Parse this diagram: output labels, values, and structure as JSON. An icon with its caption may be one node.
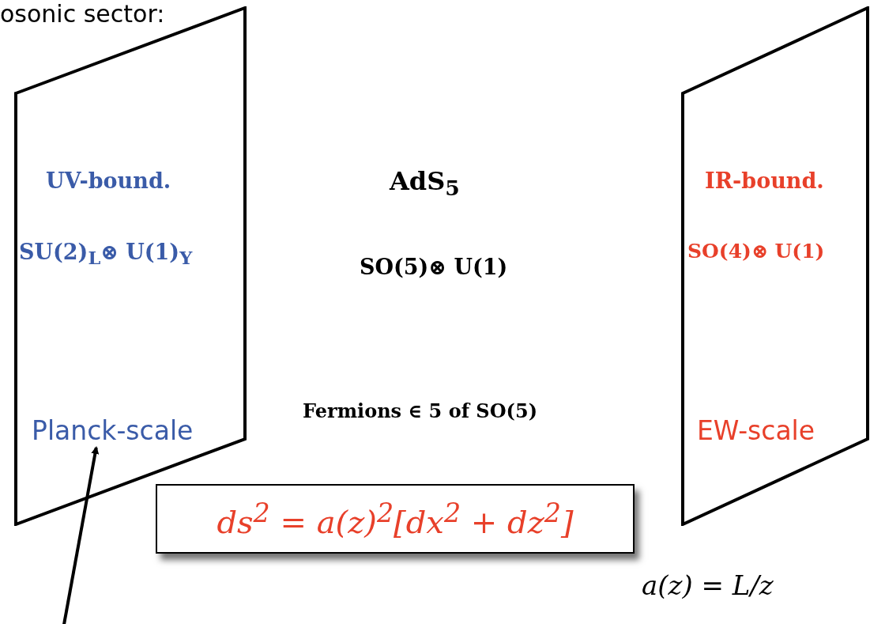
{
  "diagram": {
    "nodes": [
      {
        "text": [
          "UV-bound.",
          "SU(2)$_{L}$⊗ U(1)$_{Y}$"
        ]
      },
      {
        "text": [
          "Planck-scale"
        ],
        "in": 0
      },
      {
        "text": [
          "IR-bound.",
          "SO(4)⊗ U(1)",
          "EW-scale"
        ]
      },
      {
        "text": [
          "ds$^{2}$ = a(z)$^{2}$[dx$^{2}$ + dz$^{2}$]"
        ]
      }
    ],
    "edges": [
      {
        "from": null,
        "to": 1,
        "arrow": "to"
      }
    ],
    "labels": [
      "osonic sector:",
      "AdS$_{5}$",
      "SO(5)⊗ U(1)",
      "Fermions ∈ 5 of SO(5)",
      "a(z) = L/z"
    ]
  }
}
